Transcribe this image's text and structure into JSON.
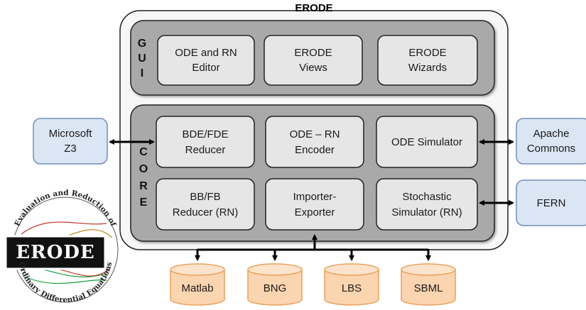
{
  "title": "ERODE",
  "gui": {
    "side_label": [
      "G",
      "U",
      "I"
    ],
    "boxes": [
      {
        "lines": [
          "ODE and RN",
          "Editor"
        ]
      },
      {
        "lines": [
          "ERODE",
          "Views"
        ]
      },
      {
        "lines": [
          "ERODE",
          "Wizards"
        ]
      }
    ]
  },
  "core": {
    "side_label": [
      "C",
      "O",
      "R",
      "E"
    ],
    "boxes": [
      {
        "lines": [
          "BDE/FDE",
          "Reducer"
        ]
      },
      {
        "lines": [
          "ODE – RN",
          "Encoder"
        ]
      },
      {
        "lines": [
          "ODE Simulator"
        ]
      },
      {
        "lines": [
          "BB/FB",
          "Reducer (RN)"
        ]
      },
      {
        "lines": [
          "Importer-",
          "Exporter"
        ]
      },
      {
        "lines": [
          "Stochastic",
          "Simulator (RN)"
        ]
      }
    ]
  },
  "external": {
    "left": {
      "lines": [
        "Microsoft",
        "Z3"
      ]
    },
    "right": [
      {
        "lines": [
          "Apache",
          "Commons"
        ]
      },
      {
        "lines": [
          "FERN"
        ]
      }
    ]
  },
  "formats": [
    "Matlab",
    "BNG",
    "LBS",
    "SBML"
  ],
  "logo": {
    "word": "ERODE",
    "arc_top": "Evaluation and Reduction of",
    "arc_bottom": "Ordinary Differential Equations"
  },
  "colors": {
    "outer_fill": "#f7f7f7",
    "panel_fill": "#a9a9a9",
    "box_fill": "#e6e6e6",
    "ext_fill": "#dbe6f4",
    "ext_stroke": "#6f8fb8",
    "db_fill": "#fbd4b0",
    "db_stroke": "#e8a25e"
  }
}
